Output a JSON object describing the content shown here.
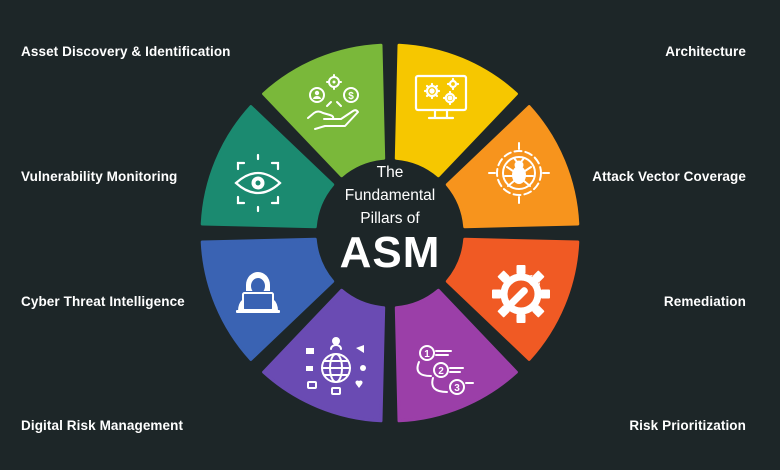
{
  "center": {
    "line1": "The",
    "line2": "Fundamental",
    "line3": "Pillars of",
    "acronym": "ASM"
  },
  "pillars": [
    {
      "label": "Architecture",
      "color": "#f6c700",
      "icon": "monitor-gears-icon"
    },
    {
      "label": "Attack Vector Coverage",
      "color": "#f7941d",
      "icon": "bug-target-icon"
    },
    {
      "label": "Remediation",
      "color": "#f05a24",
      "icon": "gear-wrench-icon"
    },
    {
      "label": "Risk Prioritization",
      "color": "#9b3fa8",
      "icon": "priority-list-icon"
    },
    {
      "label": "Digital Risk Management",
      "color": "#6a4bb3",
      "icon": "globe-network-icon"
    },
    {
      "label": "Cyber Threat Intelligence",
      "color": "#3a63b3",
      "icon": "hacker-laptop-icon"
    },
    {
      "label": "Vulnerability Monitoring",
      "color": "#1b8a70",
      "icon": "eye-scan-icon"
    },
    {
      "label": "Asset Discovery & Identification",
      "color": "#7ab83a",
      "icon": "hand-assets-icon"
    }
  ]
}
